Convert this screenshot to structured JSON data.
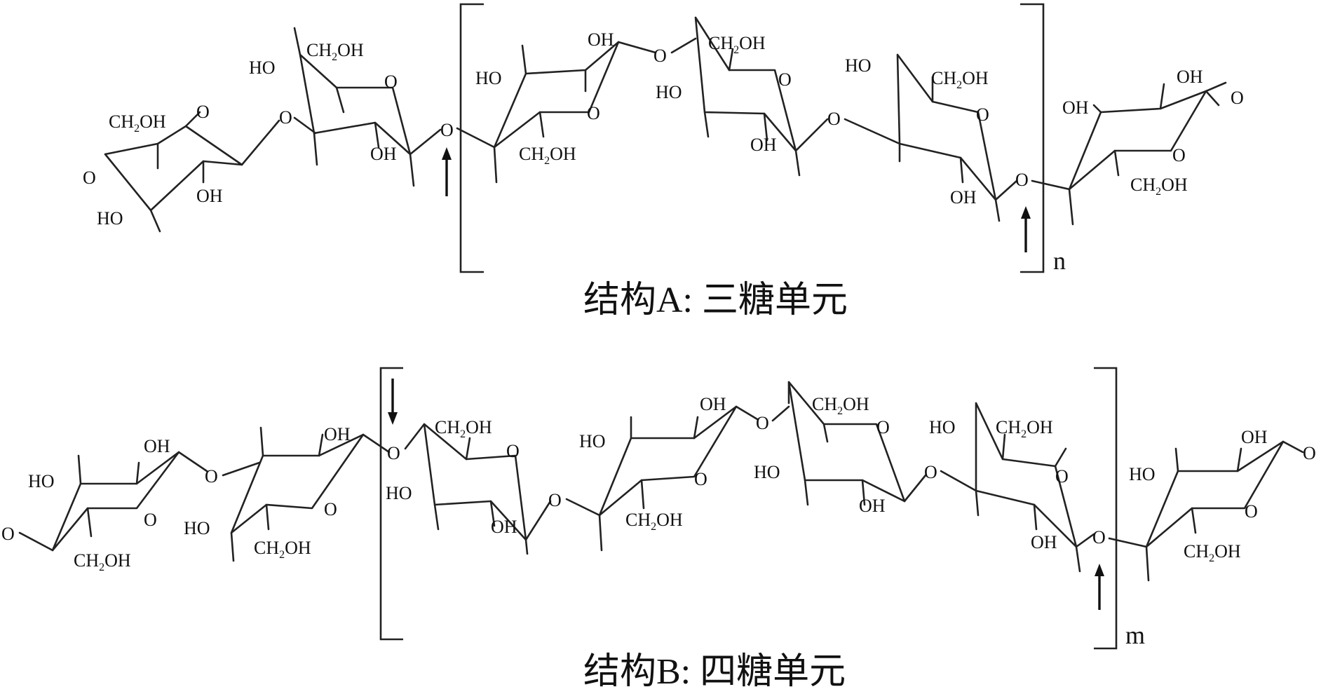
{
  "structure_a": {
    "caption": "结构A: 三糖单元",
    "repeat_index": "n"
  },
  "structure_b": {
    "caption": "结构B: 四糖单元",
    "repeat_index": "m"
  },
  "atom_labels": {
    "oxygen": "O",
    "hydroxyl": "OH",
    "hydroxyl_left": "HO",
    "ch2oh_ch": "CH",
    "ch2oh_sub": "2",
    "ch2oh_oh": "OH"
  },
  "colors": {
    "ink": "#222222",
    "background": "#ffffff"
  }
}
